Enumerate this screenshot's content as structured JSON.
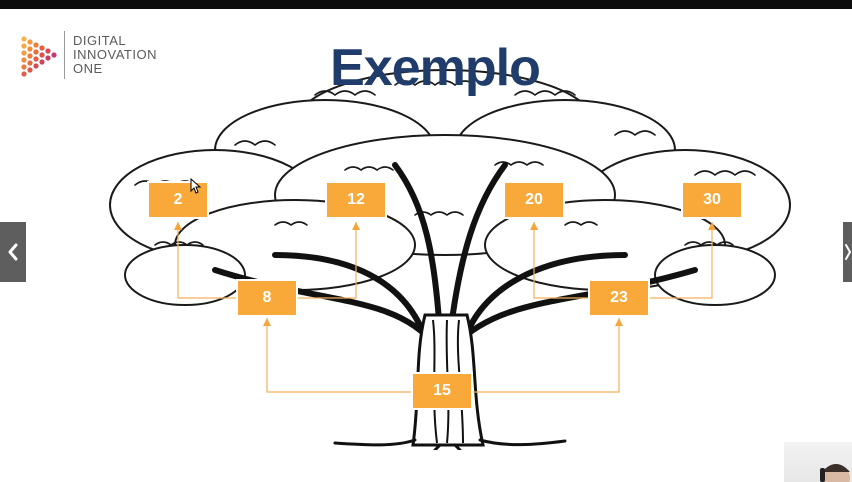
{
  "logo": {
    "line1": "DIGITAL",
    "line2": "INNOVATION",
    "line3": "ONE"
  },
  "slide": {
    "title": "Exemplo"
  },
  "tree_nodes": {
    "n2": "2",
    "n12": "12",
    "n20": "20",
    "n30": "30",
    "n8": "8",
    "n23": "23",
    "n15": "15"
  },
  "colors": {
    "node": "#f9a93a",
    "title": "#1f3c6b",
    "topbar": "#0d0d0d"
  },
  "icons": {
    "prev": "chevron-left-icon",
    "next": "chevron-right-icon"
  }
}
